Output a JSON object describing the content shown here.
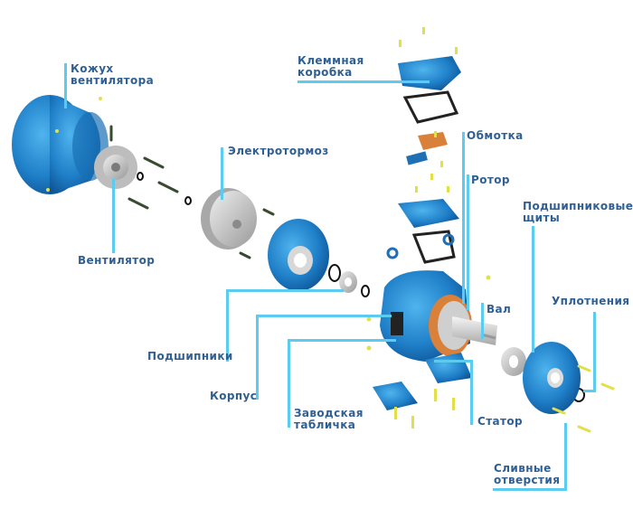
{
  "diagram": {
    "title": "Exploded view of electric motor",
    "colors": {
      "label_text": "#2f5f93",
      "leader_line": "#5ccbf0",
      "part_blue": "#1f7fc8",
      "copper": "#d9803a",
      "steel": "#c8c8c8",
      "screw": "#e2e04a"
    },
    "labels": {
      "fan_cover": [
        "Кожух",
        "вентилятора"
      ],
      "fan": "Вентилятор",
      "electric_brake": "Электротормоз",
      "terminal_box": [
        "Клеммная",
        "коробка"
      ],
      "winding": "Обмотка",
      "rotor": "Ротор",
      "bearing_shields": [
        "Подшипниковые",
        "щиты"
      ],
      "shaft": "Вал",
      "seals": "Уплотнения",
      "bearings": "Подшипники",
      "housing": "Корпус",
      "nameplate": [
        "Заводская",
        "табличка"
      ],
      "stator": "Статор",
      "drain_holes": [
        "Сливные",
        "отверстия"
      ]
    }
  }
}
